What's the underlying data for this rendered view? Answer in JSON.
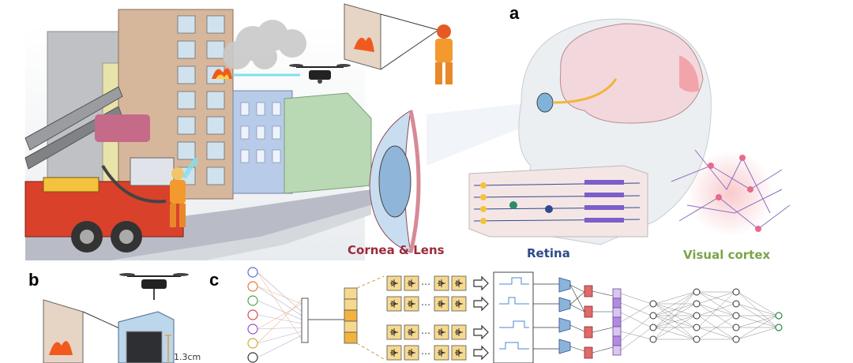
{
  "panels": {
    "a": "a",
    "b": "b",
    "c": "c"
  },
  "captions": {
    "cornea_lens": "Cornea & Lens",
    "retina": "Retina",
    "visual_cortex": "Visual cortex"
  },
  "scale_label": "1.3cm",
  "colors": {
    "cornea_lens": "#9b2b3a",
    "retina": "#2c4a8a",
    "visual_cortex": "#7aa54a",
    "photodiode_cell": "#f6d98e",
    "fire": "#f05a1e"
  },
  "icons": [
    "fire-truck-icon",
    "firefighter-icon",
    "drone-icon",
    "fire-icon",
    "smoke-icon",
    "eye-icon",
    "brain-icon",
    "neuron-icon",
    "photodiode-icon",
    "arrow-right-icon",
    "neural-network-icon",
    "image-sensor-chip-icon"
  ]
}
